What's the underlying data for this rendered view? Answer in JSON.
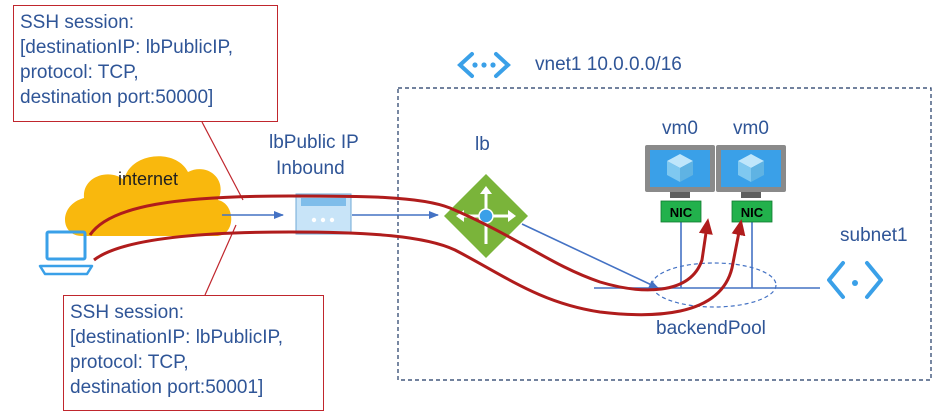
{
  "callout_top": {
    "lines": [
      "SSH session:",
      "[destinationIP: lbPublicIP,",
      "protocol: TCP,",
      "destination port:50000]"
    ]
  },
  "callout_bottom": {
    "lines": [
      "SSH session:",
      "[destinationIP: lbPublicIP,",
      "protocol: TCP,",
      "destination port:50001]"
    ]
  },
  "internet": {
    "label": "internet"
  },
  "public_ip": {
    "label_line1": "lbPublic IP",
    "label_line2": "Inbound"
  },
  "vnet": {
    "label": "vnet1 10.0.0.0/16"
  },
  "lb": {
    "label": "lb"
  },
  "vm_a": {
    "label": "vm0",
    "nic": "NIC"
  },
  "vm_b": {
    "label": "vm0",
    "nic": "NIC"
  },
  "subnet": {
    "label": "subnet1"
  },
  "backend_pool": {
    "label": "backendPool"
  },
  "colors": {
    "session_line": "#b01c1c",
    "flow_arrow": "#4472c4",
    "label_text": "#2f5597",
    "cloud": "#f9b80d",
    "nic": "#22b14c",
    "lb": "#7ab43a"
  }
}
